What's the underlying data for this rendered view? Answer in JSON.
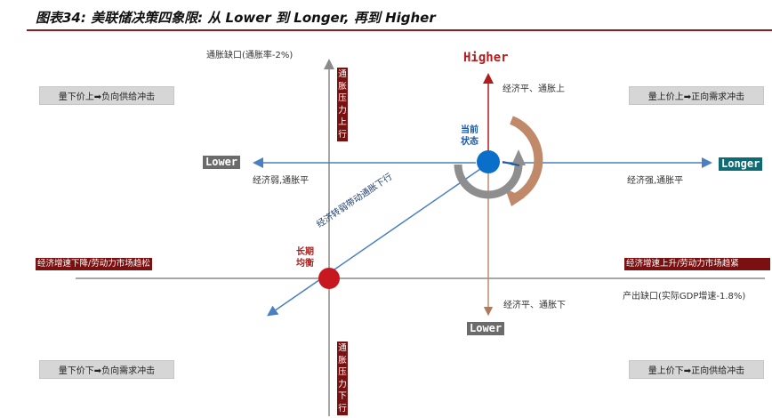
{
  "header": {
    "title": "图表34: 美联储决策四象限: 从 Lower 到 Longer, 再到 Higher"
  },
  "axes": {
    "y_label": "通胀缺口(通胀率-2%)",
    "x_label": "产出缺口(实际GDP增速-1.8%)",
    "y_top_tag": "通胀压力上行",
    "y_bottom_tag": "通胀压力下行",
    "x_left_tag": "经济增速下降/劳动力市场趋松",
    "x_right_tag": "经济增速上升/劳动力市场趋紧"
  },
  "quadrants": {
    "top_left": "量下价上➡负向供给冲击",
    "top_right": "量上价上➡正向需求冲击",
    "bottom_left": "量下价下➡负向需求冲击",
    "bottom_right": "量上价下➡正向供给冲击"
  },
  "directions": {
    "higher": "Higher",
    "higher_desc": "经济平、通胀上",
    "lower_left": "Lower",
    "lower_left_desc": "经济弱,通胀平",
    "longer": "Longer",
    "longer_desc": "经济强,通胀平",
    "lower_down": "Lower",
    "lower_down_desc": "经济平、通胀下"
  },
  "points": {
    "current": "当前状态",
    "equilibrium": "长期均衡",
    "diagonal": "经济转弱带动通胀下行"
  },
  "colors": {
    "axis": "#8a8a8a",
    "arrow_blue": "#4a7fc1",
    "higher_red": "#b01d1d",
    "current_dot": "#0a6fc9",
    "equilibrium_dot": "#c8181f",
    "cycle_brown": "#c08a6a",
    "cycle_gray": "#8e8e8e",
    "tag_dark_red": "#7a1010",
    "longer_teal": "#0f6b73"
  }
}
